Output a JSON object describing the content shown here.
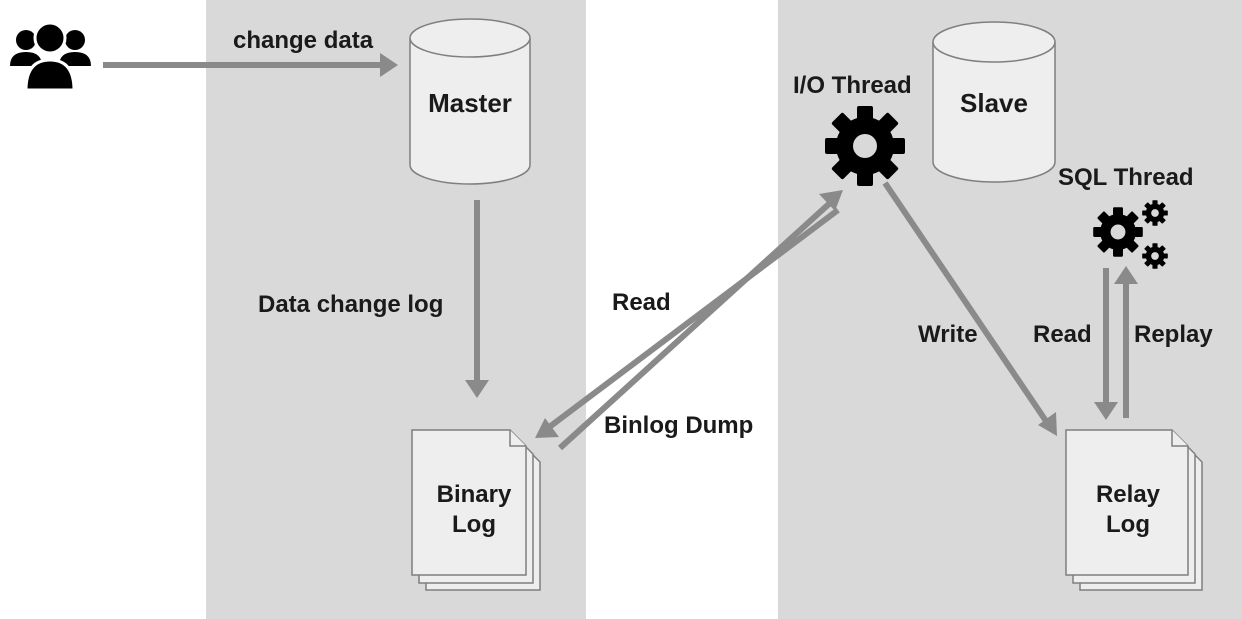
{
  "actor": {
    "icon": "users-icon",
    "arrow_label": "change data"
  },
  "master_panel": {
    "db_label": "Master",
    "arrow_label": "Data change log",
    "log_label_line1": "Binary",
    "log_label_line2": "Log"
  },
  "middle": {
    "read_label": "Read",
    "dump_label": "Binlog Dump"
  },
  "slave_panel": {
    "io_thread_label": "I/O Thread",
    "io_thread_icon": "gear-icon",
    "db_label": "Slave",
    "write_label": "Write",
    "sql_thread_label": "SQL Thread",
    "sql_thread_icon": "gears-icon",
    "read_label": "Read",
    "replay_label": "Replay",
    "log_label_line1": "Relay",
    "log_label_line2": "Log"
  },
  "colors": {
    "panel": "#d9d9d9",
    "arrow": "#8a8a8a",
    "cylinder": "#eeeeee",
    "icon": "#000000"
  }
}
